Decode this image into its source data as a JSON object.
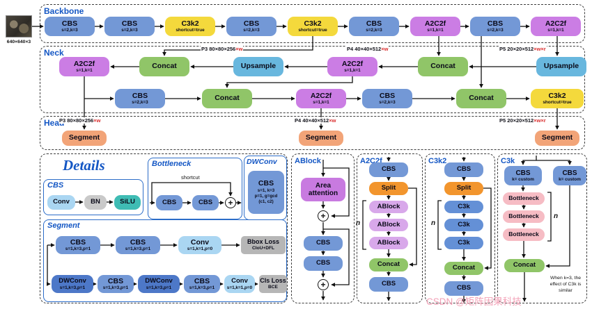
{
  "watermark": "CSDN @矩阵因果科技",
  "input": {
    "caption": "640×640×3"
  },
  "sections": {
    "backbone": "Backbone",
    "neck": "Neck",
    "head": "Head"
  },
  "dims": {
    "neck_p3_base": "P3 80×80×256",
    "neck_p3_suffix": "×w",
    "neck_p4_base": "P4 40×40×512",
    "neck_p4_suffix": "×w",
    "neck_p5_base": "P5 20×20×512",
    "neck_p5_suffix": "×w×r",
    "head_p3_base": "P3 80×80×256",
    "head_p3_suffix": "×w",
    "head_p4_base": "P4 40×40×512",
    "head_p4_suffix": "×w",
    "head_p5_base": "P5 20×20×512",
    "head_p5_suffix": "×w×r"
  },
  "backbone_blocks": [
    {
      "label": "CBS",
      "sub": "s=2,k=3"
    },
    {
      "label": "CBS",
      "sub": "s=2,k=3"
    },
    {
      "label": "C3k2",
      "sub": "shortcut=true"
    },
    {
      "label": "CBS",
      "sub": "s=2,k=3"
    },
    {
      "label": "C3k2",
      "sub": "shortcut=true"
    },
    {
      "label": "CBS",
      "sub": "s=2,k=3"
    },
    {
      "label": "A2C2f",
      "sub": "s=1,k=1"
    },
    {
      "label": "CBS",
      "sub": "s=2,k=3"
    },
    {
      "label": "A2C2f",
      "sub": "s=1,k=1"
    }
  ],
  "neck_row1": [
    {
      "label": "A2C2f",
      "sub": "s=1,k=1"
    },
    {
      "label": "Concat"
    },
    {
      "label": "Upsample"
    },
    {
      "label": "A2C2f",
      "sub": "s=1,k=1"
    },
    {
      "label": "Concat"
    },
    {
      "label": "Upsample"
    }
  ],
  "neck_row2": [
    {
      "label": "CBS",
      "sub": "s=2,k=3"
    },
    {
      "label": "Concat"
    },
    {
      "label": "A2C2f",
      "sub": "s=1,k=1"
    },
    {
      "label": "CBS",
      "sub": "s=2,k=3"
    },
    {
      "label": "Concat"
    },
    {
      "label": "C3k2",
      "sub": "shortcut=true"
    }
  ],
  "head_segments": {
    "p3": "Segment",
    "p4": "Segment",
    "p5": "Segment"
  },
  "details": {
    "title": "Details",
    "cbs_panel": {
      "title": "CBS",
      "conv": "Conv",
      "bn": "BN",
      "silu": "SiLU"
    },
    "bottleneck_panel": {
      "title": "Bottleneck",
      "shortcut_label": "shortcut",
      "cbs1": "CBS",
      "cbs2": "CBS"
    },
    "dwconv_panel": {
      "title": "DWConv",
      "block_label": "CBS",
      "param1": "s=1, k=3",
      "param2": "p=1, g=gcd",
      "param3": "(c1, c2)"
    },
    "segment_panel": {
      "title": "Segment",
      "row1": [
        {
          "label": "CBS",
          "sub": "s=1,k=3,p=1"
        },
        {
          "label": "CBS",
          "sub": "s=1,k=3,p=1"
        },
        {
          "label": "Conv",
          "sub": "s=1,k=1,p=0"
        },
        {
          "label": "Bbox Loss",
          "sub": "CIoU+DFL"
        }
      ],
      "row2": [
        {
          "label": "DWConv",
          "sub": "s=1,k=3,p=1"
        },
        {
          "label": "CBS",
          "sub": "s=1,k=3,p=1"
        },
        {
          "label": "DWConv",
          "sub": "s=1,k=3,p=1"
        },
        {
          "label": "CBS",
          "sub": "s=1,k=3,p=1"
        },
        {
          "label": "Conv",
          "sub": "s=1,k=1,p=0"
        },
        {
          "label": "Cls Loss",
          "sub": "BCE"
        }
      ]
    }
  },
  "ablock_col": {
    "title": "ABlock",
    "area_attention": "Area attention",
    "cbs1": "CBS",
    "cbs2": "CBS"
  },
  "a2c2f_col": {
    "title": "A2C2f",
    "cbs_in": "CBS",
    "split": "Split",
    "ablock1": "ABlock",
    "ablock2": "ABlock",
    "ablock3": "ABlock",
    "concat": "Concat",
    "cbs_out": "CBS",
    "n_label": "n"
  },
  "c3k2_col": {
    "title": "C3k2",
    "cbs_in": "CBS",
    "split": "Split",
    "c3k1": "C3k",
    "c3k2": "C3k",
    "c3k3": "C3k",
    "concat": "Concat",
    "cbs_out": "CBS",
    "n_label": "n"
  },
  "c3k_col": {
    "title": "C3k",
    "cbs_left_label": "CBS",
    "cbs_left_sub": "k= custom",
    "cbs_right_label": "CBS",
    "cbs_right_sub": "k= custom",
    "bottleneck1": "Bottleneck",
    "bottleneck2": "Bottleneck",
    "bottleneck3": "Bottleneck",
    "concat": "Concat",
    "n_label": "n",
    "note": "When k=3, the effect of C3k is similar"
  },
  "palette": {
    "cbs_blue": "#7398d6",
    "c3k2_yellow": "#f4d93c",
    "a2c2f_purple": "#cb7de4",
    "concat_green": "#90c568",
    "upsample_cyan": "#68b7de",
    "segment_orange": "#f2a478",
    "split_orange": "#f2952d",
    "ablock_lavender": "#d8a8ea",
    "area_purple": "#c87ae0",
    "bottleneck_pink": "#f6bcc4",
    "conv_lightblue": "#aad6f2",
    "bn_gray": "#c9c9c9",
    "silu_teal": "#3fbcb4",
    "dwconv_blue": "#4d78c8",
    "loss_gray": "#b6b6b6",
    "title_blue": "#1356c4",
    "dim_red": "#d92b2b"
  }
}
